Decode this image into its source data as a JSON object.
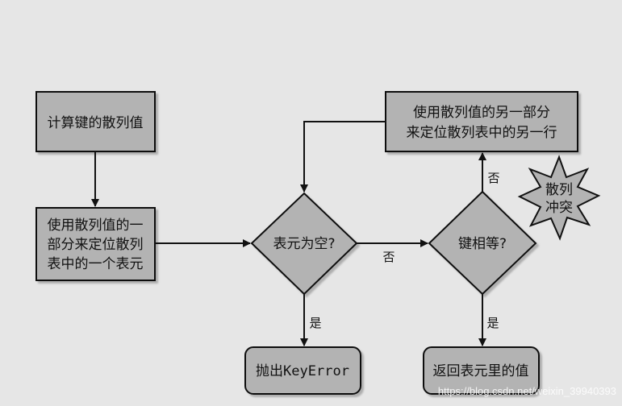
{
  "nodes": {
    "compute_hash": "计算键的散列值",
    "locate_entry": [
      "使用散列值的一",
      "部分来定位散列",
      "表中的一个表元"
    ],
    "is_empty": "表元为空?",
    "keys_equal": "键相等?",
    "rehash": [
      "使用散列值的另一部分",
      "来定位散列表中的另一行"
    ],
    "collision": [
      "散列",
      "冲突"
    ],
    "raise_error_prefix": "抛出",
    "raise_error_code": "KeyError",
    "return_value": "返回表元里的值"
  },
  "edge_labels": {
    "empty_no": "否",
    "empty_yes": "是",
    "equal_no": "否",
    "equal_yes": "是"
  },
  "watermark": "https://blog.csdn.net/weixin_39940393",
  "colors": {
    "background": "#e6e6e6",
    "node_fill": "#b3b3b3",
    "stroke": "#111111"
  }
}
